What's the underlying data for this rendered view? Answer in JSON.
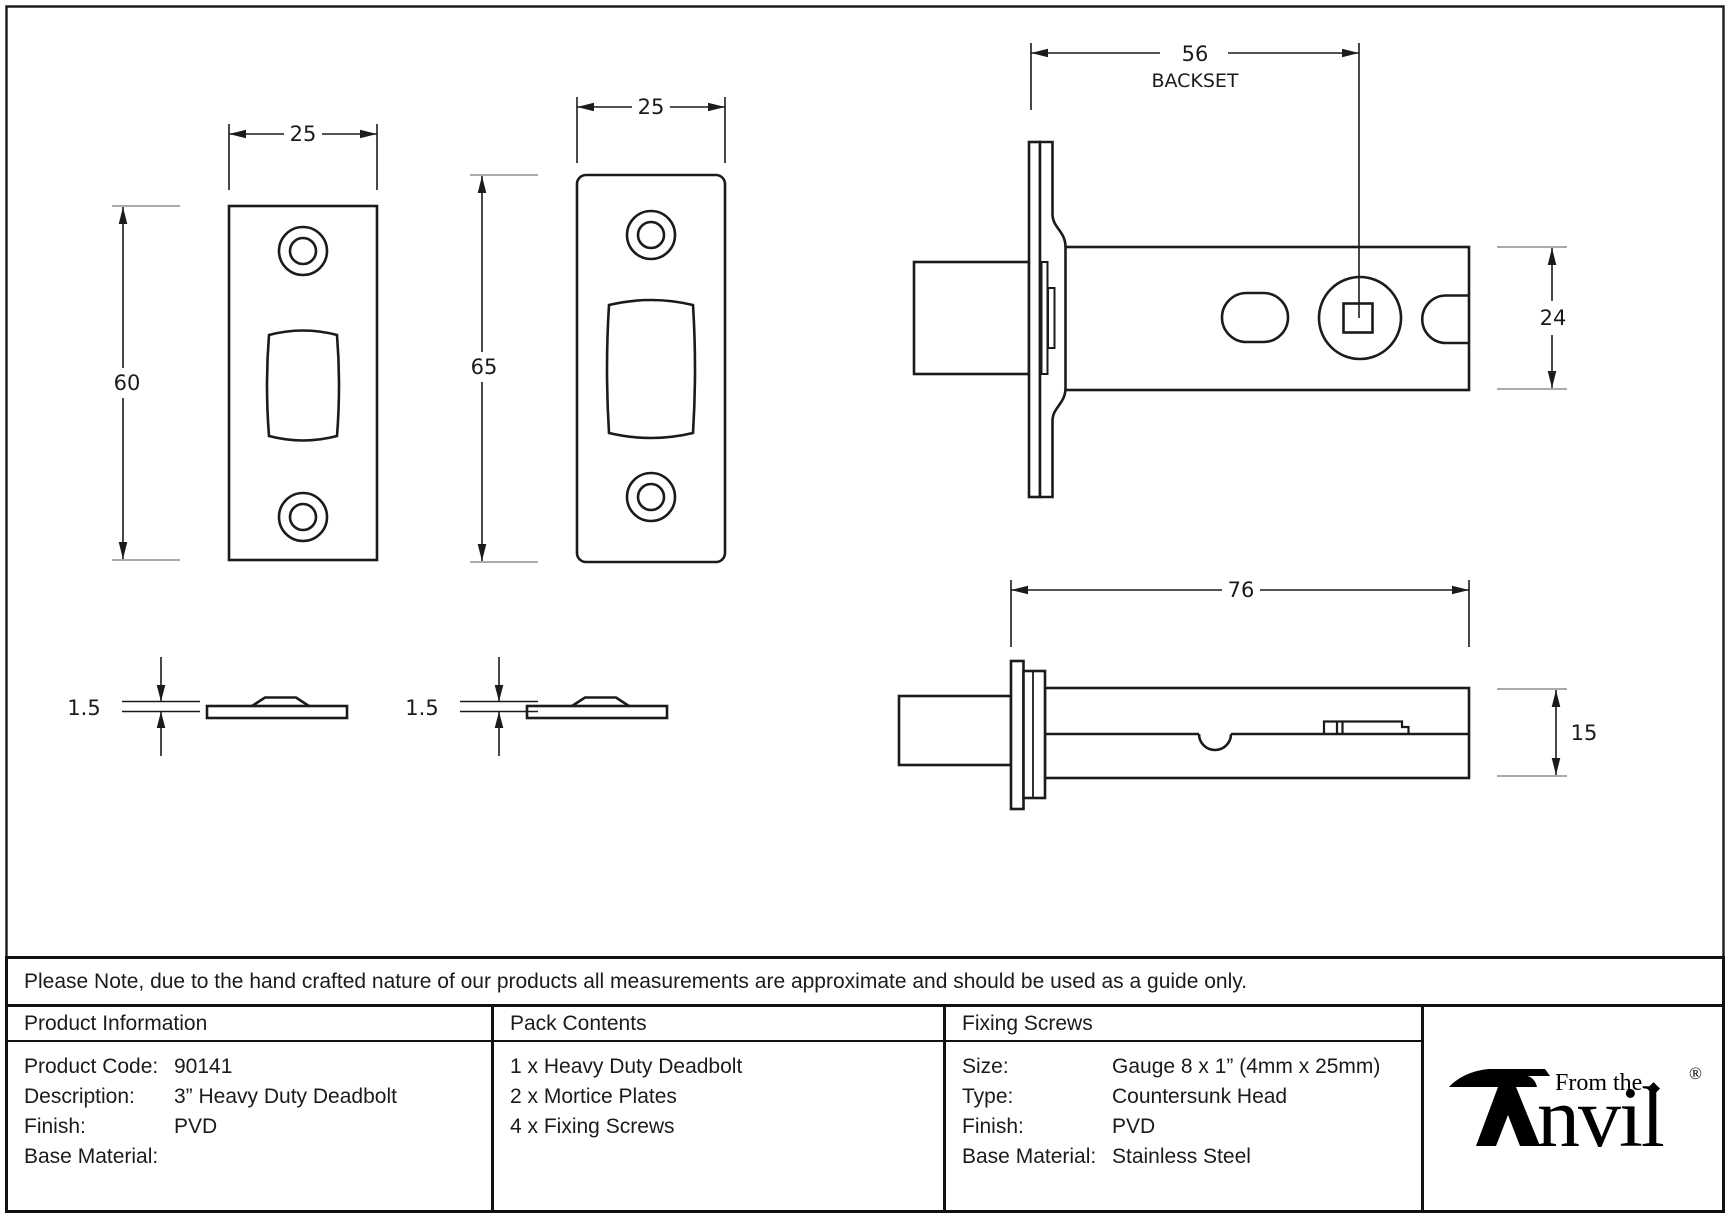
{
  "sheet": {
    "background": "#ffffff",
    "ink": "#1b1b1b",
    "muted_line": "#8f8f8f"
  },
  "dimensions": {
    "plate_small": {
      "width": "25",
      "height": "60",
      "thickness": "1.5"
    },
    "plate_large": {
      "width": "25",
      "height": "65",
      "thickness": "1.5"
    },
    "lock_side": {
      "backset": "56",
      "backset_caption": "BACKSET",
      "case_height": "24"
    },
    "lock_plan": {
      "case_length": "76",
      "case_depth": "15"
    }
  },
  "note": "Please Note, due to the hand crafted nature of our products all measurements are approximate and should be used as a guide only.",
  "product_information": {
    "header": "Product Information",
    "rows": [
      {
        "label": "Product Code:",
        "value": "90141"
      },
      {
        "label": "Description:",
        "value": "3” Heavy Duty Deadbolt"
      },
      {
        "label": "Finish:",
        "value": "PVD"
      },
      {
        "label": "Base Material:",
        "value": ""
      }
    ]
  },
  "pack_contents": {
    "header": "Pack Contents",
    "items": [
      "1 x Heavy Duty Deadbolt",
      "2 x Mortice Plates",
      "4 x Fixing Screws"
    ]
  },
  "fixing_screws": {
    "header": "Fixing Screws",
    "rows": [
      {
        "label": "Size:",
        "value": "Gauge 8 x 1” (4mm x 25mm)"
      },
      {
        "label": "Type:",
        "value": "Countersunk Head"
      },
      {
        "label": "Finish:",
        "value": "PVD"
      },
      {
        "label": "Base Material:",
        "value": "Stainless Steel"
      }
    ]
  },
  "brand": {
    "prefix": "From the",
    "suffix": "nvil",
    "diamond": "◆",
    "registered": "®"
  }
}
